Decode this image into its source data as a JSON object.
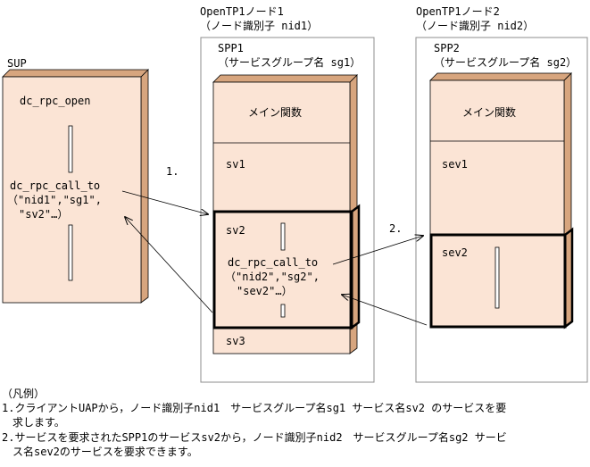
{
  "node1": {
    "name": "OpenTP1ノード1",
    "id_label": "（ノード識別子 nid1）"
  },
  "node2": {
    "name": "OpenTP1ノード2",
    "id_label": "（ノード識別子 nid2）"
  },
  "sup": {
    "label": "SUP",
    "open_call": "dc_rpc_open",
    "call_lines": [
      "dc_rpc_call_to",
      "（\"nid1\",\"sg1\",",
      "\"sv2\"…）"
    ]
  },
  "spp1": {
    "name": "SPP1",
    "group_label": "（サービスグループ名 sg1）",
    "main": "メイン関数",
    "services": [
      "sv1",
      "sv2",
      "sv3"
    ],
    "call_lines": [
      "dc_rpc_call_to",
      "（\"nid2\",\"sg2\",",
      "\"sev2\"…）"
    ]
  },
  "spp2": {
    "name": "SPP2",
    "group_label": "（サービスグループ名 sg2）",
    "main": "メイン関数",
    "services": [
      "sev1",
      "sev2"
    ]
  },
  "steps": {
    "one": "1.",
    "two": "2."
  },
  "legend": {
    "heading": "（凡例）",
    "lines": [
      "1.クライアントUAPから，ノード識別子nid1　サービスグループ名sg1 サービス名sv2 のサービスを要",
      "　求します。",
      "2.サービスを要求されたSPP1のサービスsv2から，ノード識別子nid2　サービスグループ名sg2 サービ",
      "　ス名sev2のサービスを要求できます。"
    ]
  },
  "colors": {
    "box_fill": "#fbe4d5",
    "box_side": "#d7a57e",
    "border": "#000000",
    "frame": "#8c8c8c"
  }
}
